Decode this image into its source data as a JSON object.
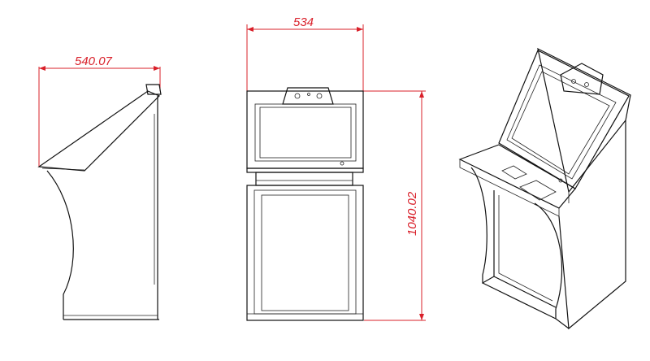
{
  "views": {
    "side": {
      "dimension_label": "540.07"
    },
    "front": {
      "width_label": "534",
      "height_label": "1040.02"
    },
    "isometric": {}
  },
  "colors": {
    "line": "#111111",
    "dimension": "#d9202a",
    "background": "#ffffff"
  }
}
